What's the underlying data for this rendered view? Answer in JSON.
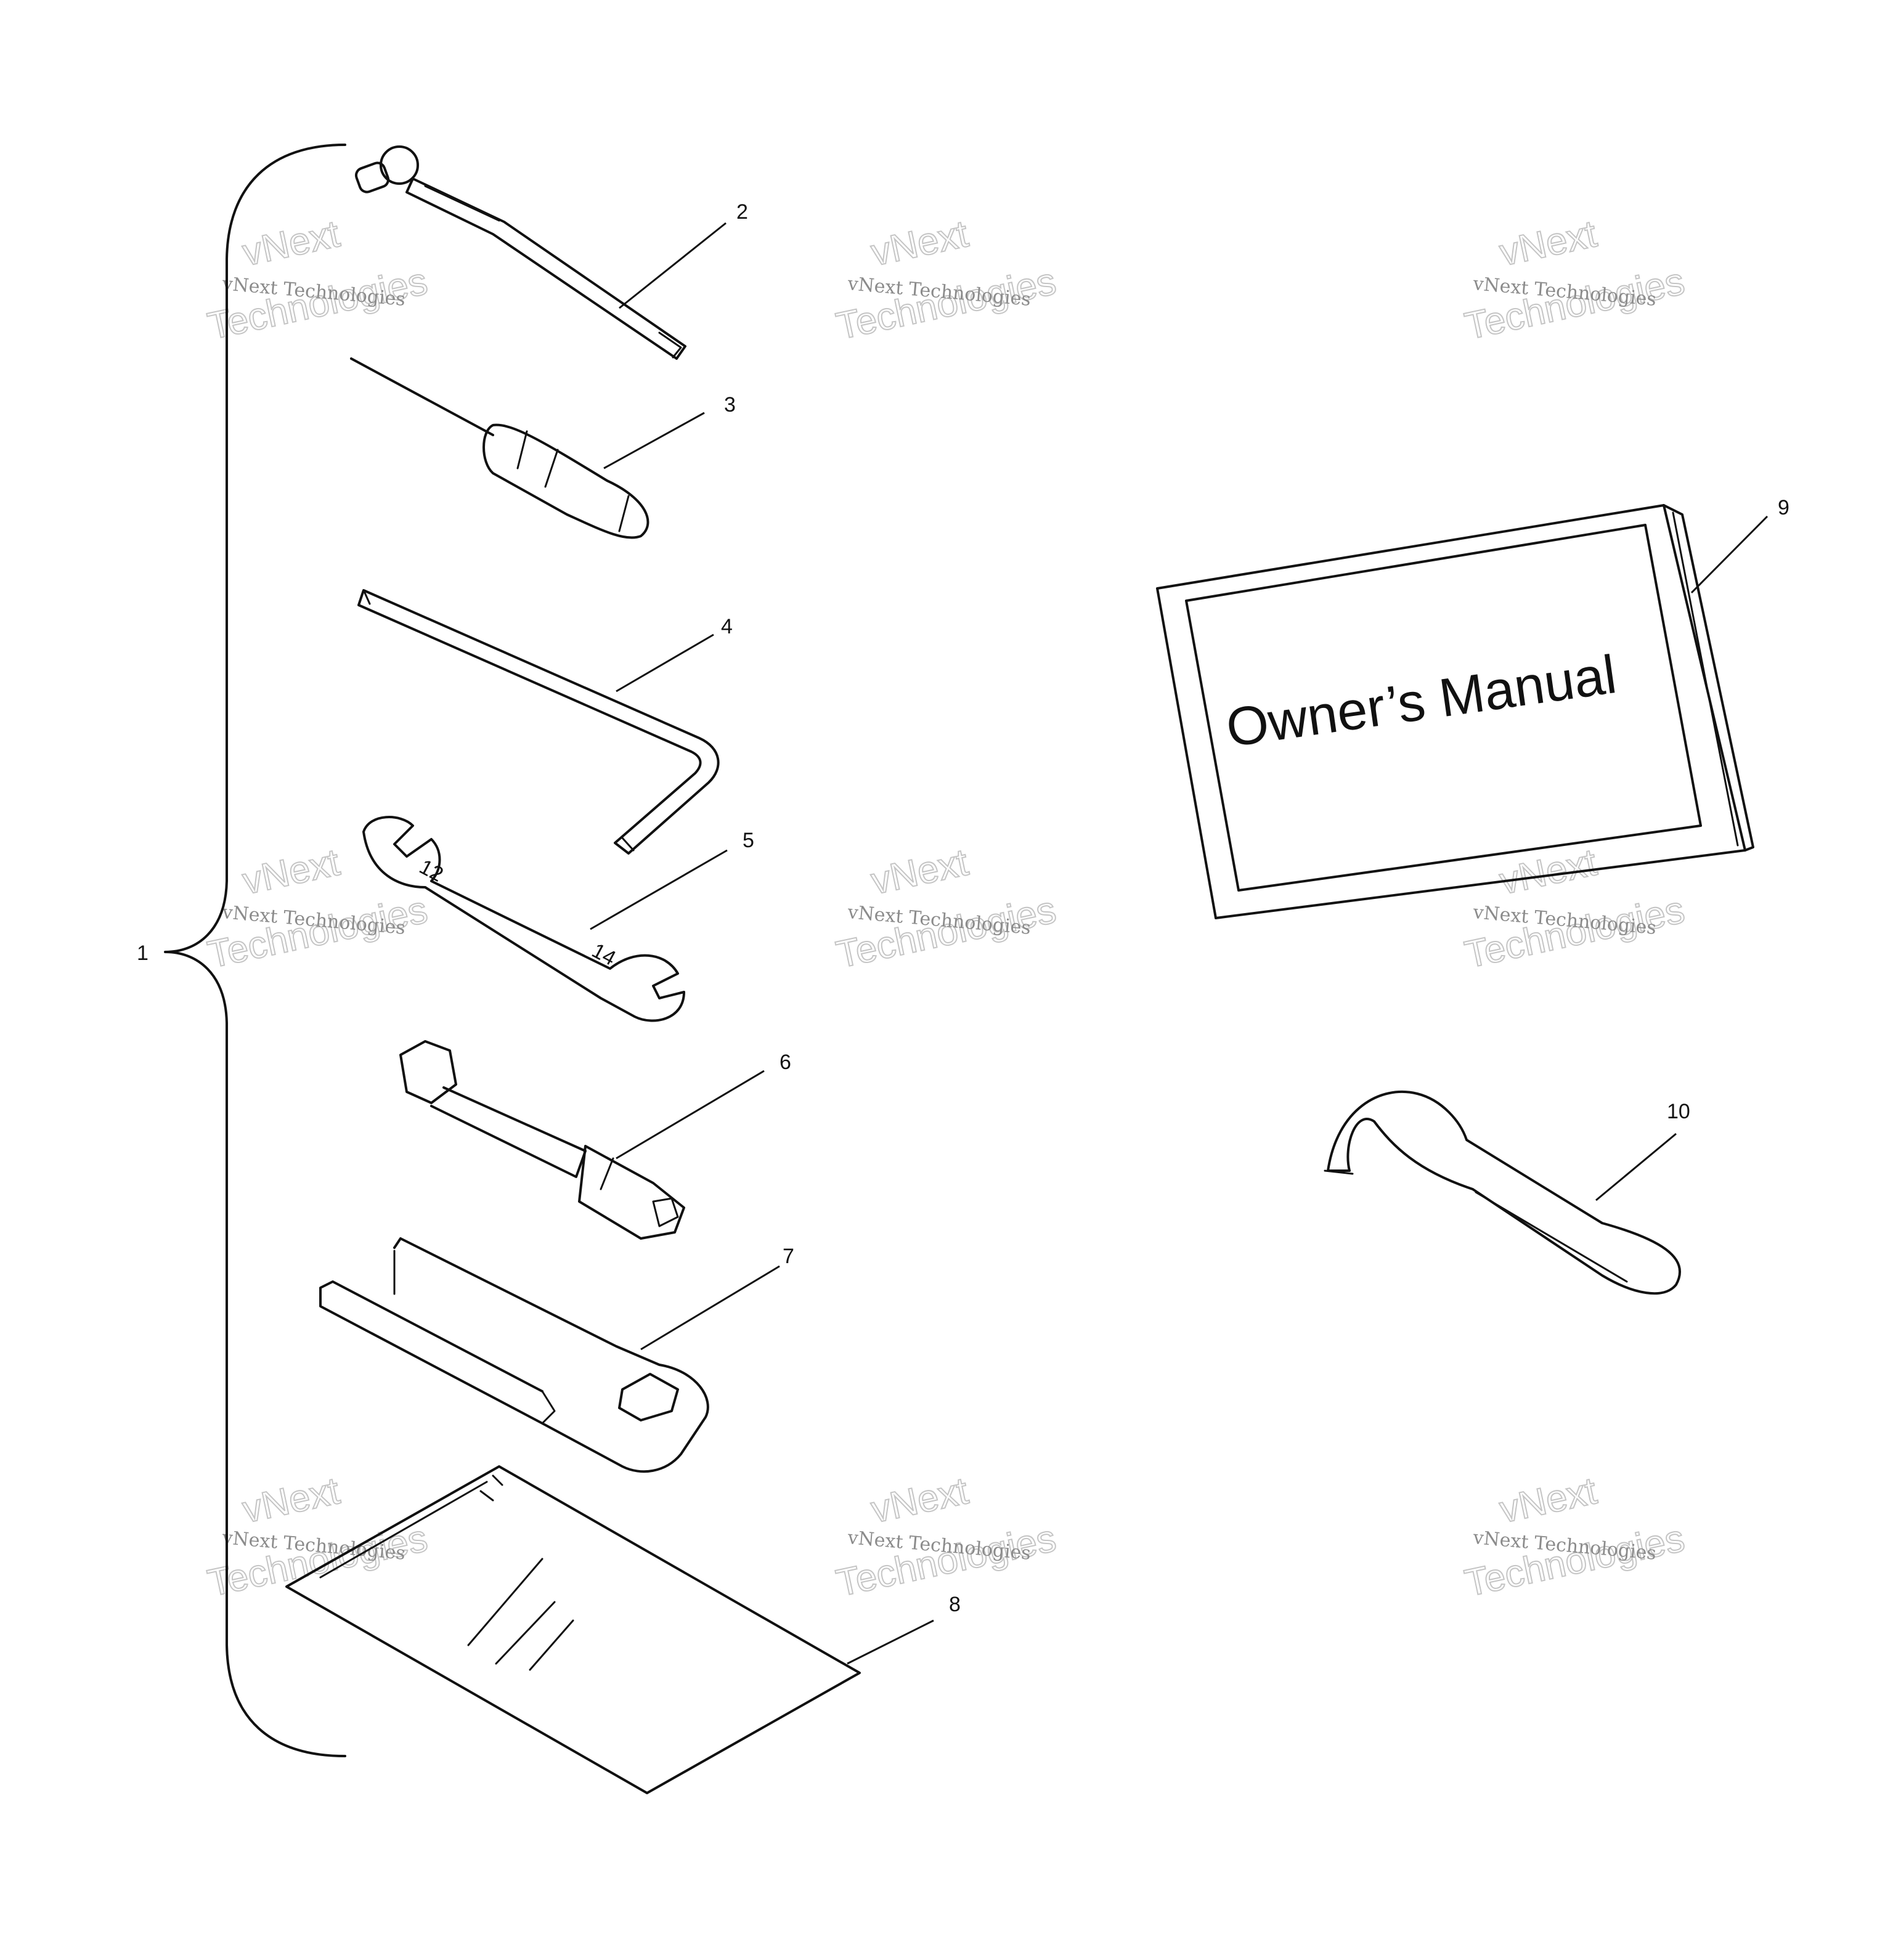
{
  "callouts": [
    "1",
    "2",
    "3",
    "4",
    "5",
    "6",
    "7",
    "8",
    "9",
    "10"
  ],
  "manual": {
    "cover_title": "Owner’s Manual"
  },
  "wrench": {
    "size_left": "12",
    "size_right": "14"
  },
  "watermark": {
    "line1": "vNext",
    "line2": "vNext Technologies",
    "line3": "Technologies"
  }
}
